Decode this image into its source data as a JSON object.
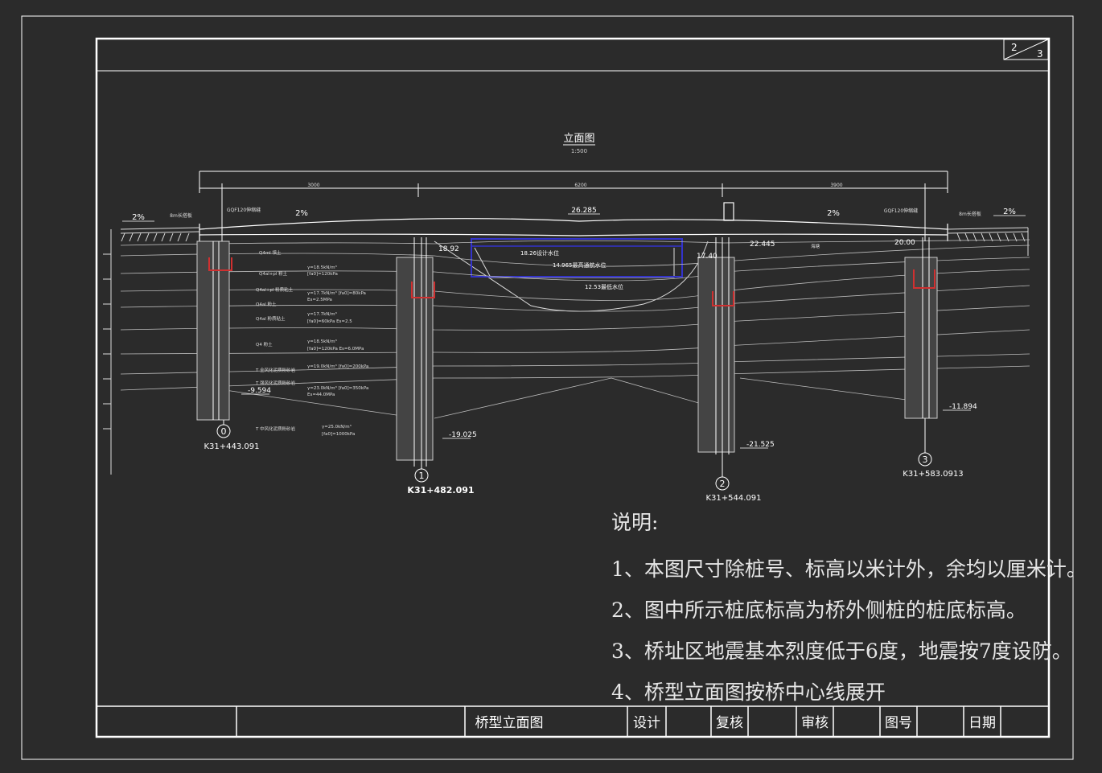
{
  "title": "立面图",
  "scale": "1:500",
  "sheet": {
    "current": "2",
    "total": "3"
  },
  "dimensions": {
    "span_left": "3000",
    "span_mid": "6200",
    "span_right": "3900"
  },
  "deck": {
    "crown_elevation": "26.285",
    "slope_left": "2%",
    "slope_right": "2%",
    "outer_slope_left": "2%",
    "outer_slope_right": "2%",
    "left_approach": "8m长搭板",
    "right_approach": "8m长搭板",
    "left_joint": "GQF120伸缩缝",
    "right_joint": "GQF120伸缩缝"
  },
  "water_levels": {
    "design": "18.26设计水位",
    "navigable": "14.965最高通航水位",
    "lowest": "12.53最低水位"
  },
  "piers": [
    {
      "num": "0",
      "station": "K31+443.091",
      "pile_bottom": "-9.594"
    },
    {
      "num": "1",
      "station": "K31+482.091",
      "pile_bottom": "-19.025",
      "top": "18.92"
    },
    {
      "num": "2",
      "station": "K31+544.091",
      "pile_bottom": "-21.525",
      "top": "17.40",
      "top2": "22.445"
    },
    {
      "num": "3",
      "station": "K31+583.0913",
      "pile_bottom": "-11.894",
      "top": "20.00"
    }
  ],
  "soil_labels": {
    "l1": "Q4ml 填土",
    "l2": "Q4al+pl 粉土",
    "l3": "γ=18.5kN/m³",
    "l4": "[fa0]=120kPa",
    "l5": "Q4al+pl 粉质粘土",
    "l6": "γ=17.7kN/m³ [fa0]=80kPa",
    "l7": "Es=2.5MPa",
    "l8": "Q4al 粉土",
    "l9": "Q4al 粉质粘土",
    "l10": "γ=17.7kN/m³",
    "l11": "[fa0]=60kPa Es=2.5",
    "l12": "Q4 粉土",
    "l13": "γ=18.5kN/m³",
    "l14": "[fa0]=120kPa Es=6.0MPa",
    "l15": "T 全风化泥质粉砂岩",
    "l16": "γ=19.0kN/m³ [fa0]=200kPa",
    "l17": "T 强风化泥质粉砂岩",
    "l18": "γ=23.0kN/m³ [fa0]=350kPa",
    "l19": "Es=44.0MPa",
    "l20": "T 中风化泥质粉砂岩",
    "l21": "γ=25.0kN/m³",
    "l22": "[fa0]=1000kPa",
    "r_top": "海塘"
  },
  "notes": {
    "heading": "说明:",
    "items": [
      "1、本图尺寸除桩号、标高以米计外，余均以厘米计。",
      "2、图中所示桩底标高为桥外侧桩的桩底标高。",
      "3、桥址区地震基本烈度低于6度，地震按7度设防。",
      "4、桥型立面图按桥中心线展开"
    ]
  },
  "title_block": {
    "drawing_name": "桥型立面图",
    "design": "设计",
    "check": "复核",
    "review": "审核",
    "drawing_no": "图号",
    "date": "日期"
  }
}
